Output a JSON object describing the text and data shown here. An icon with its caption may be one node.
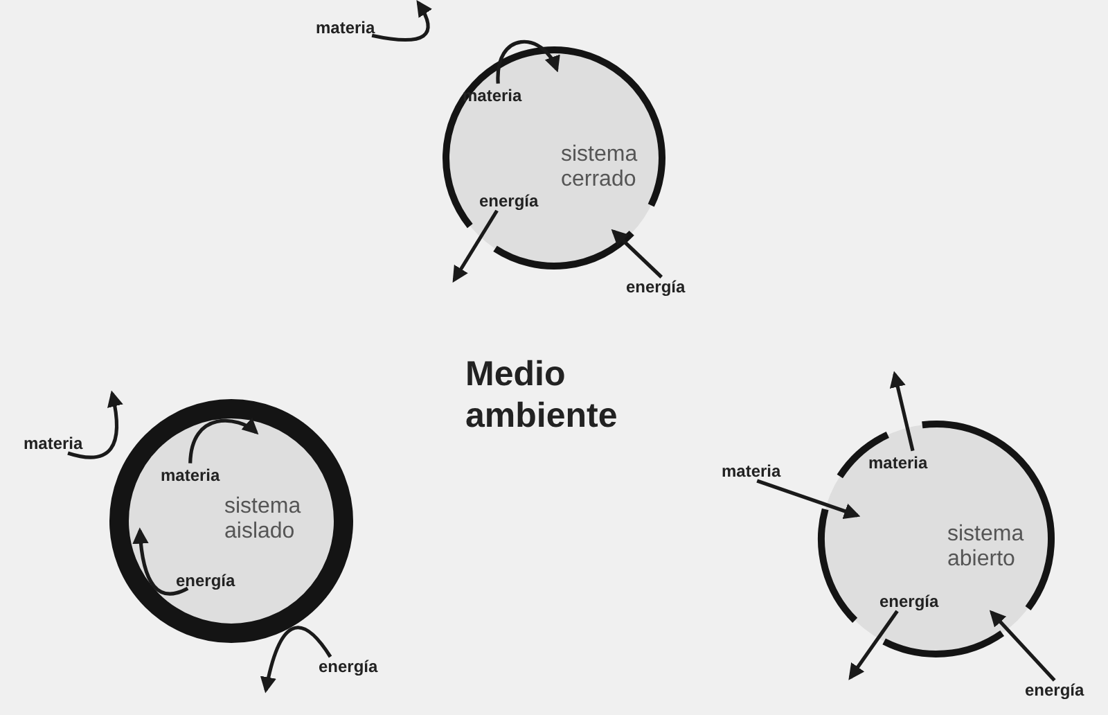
{
  "diagram": {
    "nodes": [
      {
        "text": [
          "materia"
        ]
      },
      {
        "text": [
          "sistema cerrado"
        ]
      },
      {
        "text": [
          "materia"
        ],
        "in": 1
      },
      {
        "text": [
          "energía"
        ],
        "in": 1
      },
      {
        "text": [
          "energía"
        ]
      },
      {
        "text": [
          "materia"
        ]
      },
      {
        "text": [
          "sistema aislado"
        ]
      },
      {
        "text": [
          "materia"
        ],
        "in": 6
      },
      {
        "text": [
          "energía"
        ],
        "in": 6
      },
      {
        "text": [
          "energía"
        ]
      },
      {
        "text": [
          "materia"
        ]
      },
      {
        "text": [
          "sistema abierto"
        ]
      },
      {
        "text": [
          "materia"
        ],
        "in": 11
      },
      {
        "text": [
          "energía"
        ],
        "in": 11
      },
      {
        "text": [
          "energía"
        ]
      }
    ],
    "edges": [
      {
        "from": 0,
        "to": null,
        "arrow": "to"
      },
      {
        "from": 2,
        "to": 1,
        "arrow": "to"
      },
      {
        "from": 3,
        "to": null,
        "arrow": "to"
      },
      {
        "from": 4,
        "to": 1,
        "arrow": "to"
      },
      {
        "from": 5,
        "to": null,
        "arrow": "to"
      },
      {
        "from": 7,
        "to": 6,
        "arrow": "to"
      },
      {
        "from": 8,
        "to": 6,
        "arrow": "to"
      },
      {
        "from": 9,
        "to": null,
        "arrow": "to"
      },
      {
        "from": 10,
        "to": 11,
        "arrow": "to"
      },
      {
        "from": 12,
        "to": null,
        "arrow": "to"
      },
      {
        "from": 13,
        "to": null,
        "arrow": "to"
      },
      {
        "from": 14,
        "to": 11,
        "arrow": "to"
      }
    ],
    "labels": [
      "Medio ambiente"
    ]
  }
}
